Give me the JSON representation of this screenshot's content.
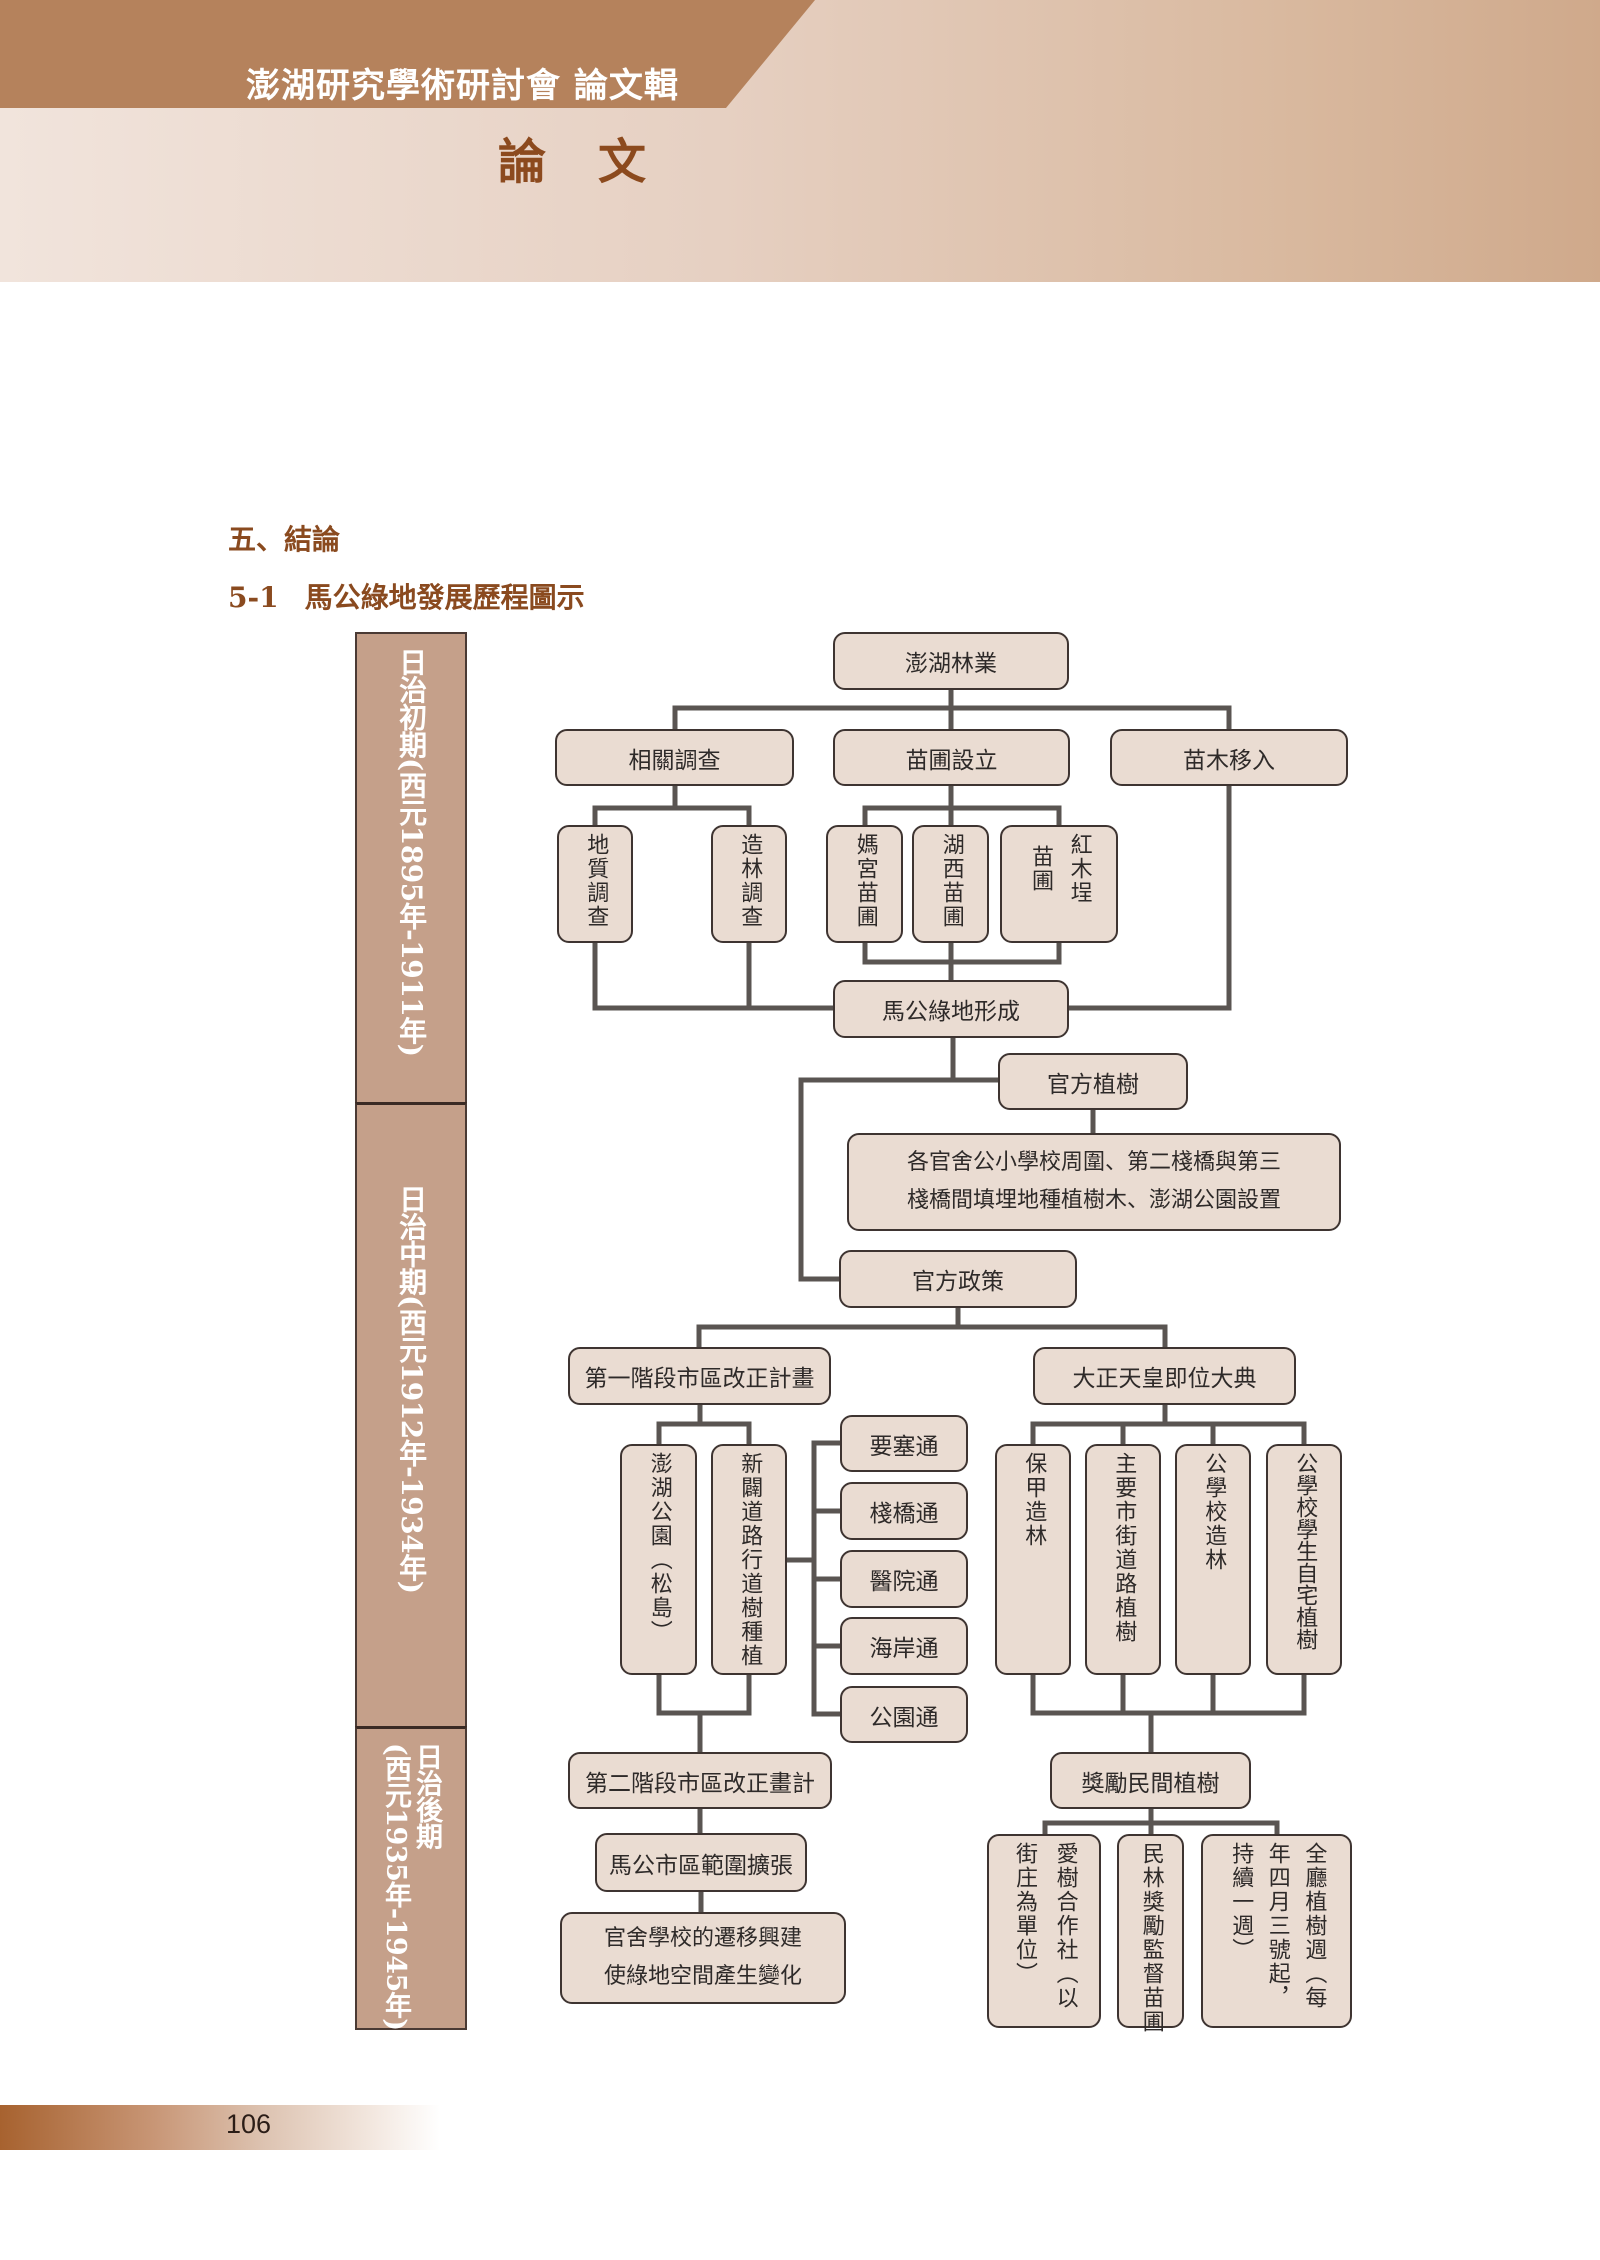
{
  "header": {
    "journal_title": "澎湖研究學術研討會  論文輯",
    "section_label": "論文"
  },
  "headings": {
    "chapter": "五、結論",
    "subsection_number": "5-1",
    "subsection_title": "馬公綠地發展歷程圖示"
  },
  "timeline": [
    {
      "period": "日治初期(西元1895年-1911年)"
    },
    {
      "period": "日治中期(西元1912年-1934年)"
    },
    {
      "period": "日治後期",
      "years": "(西元1935年-1945年)"
    }
  ],
  "diagram": {
    "root": "澎湖林業",
    "branches": {
      "survey": "相關調查",
      "nursery": "苗圃設立",
      "seedlings": "苗木移入"
    },
    "survey_items": [
      "地質調查",
      "造林調查"
    ],
    "nursery_items": [
      "媽宮苗圃",
      "湖西苗圃",
      "紅木埕苗圃"
    ],
    "nursery_item_3_lines": [
      "紅木埕",
      "苗圃"
    ],
    "formation": "馬公綠地形成",
    "official_planting": "官方植樹",
    "official_planting_detail": [
      "各官舍公小學校周圍、第二棧橋與第三",
      "棧橋間填埋地種植樹木、澎湖公園設置"
    ],
    "official_policy": "官方政策",
    "phase1": "第一階段市區改正計畫",
    "phase1_items": [
      "澎湖公園（松島）",
      "新闢道路行道樹種植"
    ],
    "streets": [
      "要塞通",
      "棧橋通",
      "醫院通",
      "海岸通",
      "公園通"
    ],
    "coronation": "大正天皇即位大典",
    "coronation_items": [
      "保甲造林",
      "主要市街道路植樹",
      "公學校造林",
      "公學校學生自宅植樹"
    ],
    "phase2": "第二階段市區改正畫計",
    "expansion": "馬公市區範圍擴張",
    "relocation": [
      "官舍學校的遷移興建",
      "使綠地空間產生變化"
    ],
    "private_incentive": "獎勵民間植樹",
    "incentive_items": [
      [
        "愛樹合作社（以",
        "街庄為單位）"
      ],
      [
        "民林獎勵監督苗圃"
      ],
      [
        "全廳植樹週（每",
        "年四月三號起，",
        "持續一週）"
      ]
    ]
  },
  "footer": {
    "page_number": "106"
  },
  "colors": {
    "header_tab": "#b5825c",
    "heading_text": "#8a4a1f",
    "timeline_fill": "#c5a08a",
    "node_fill": "#eadcd2",
    "node_border": "#3e3431",
    "connector": "#5a5552"
  }
}
